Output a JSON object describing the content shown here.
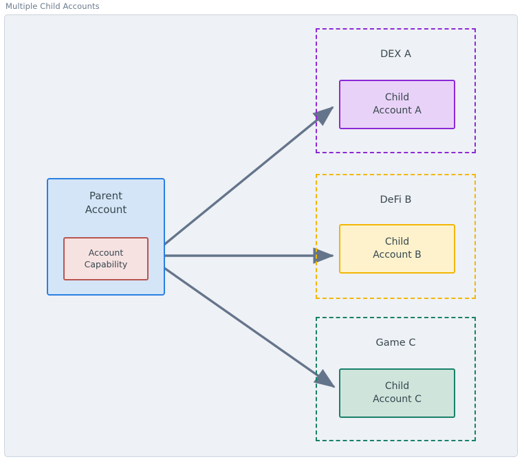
{
  "diagram": {
    "title": "Multiple Child Accounts",
    "background_color": "#eef1f5",
    "frame_border_color": "#ccd4dd",
    "title_color": "#6b7b8d",
    "arrow_color": "#64748b"
  },
  "parent": {
    "label_line1": "Parent",
    "label_line2": "Account",
    "fill_color": "#d4e5f7",
    "border_color": "#2a7fe0",
    "capability": {
      "label_line1": "Account",
      "label_line2": "Capability",
      "fill_color": "#f7e2e2",
      "border_color": "#b85450"
    }
  },
  "groups": [
    {
      "name": "DEX A",
      "border_color": "#8c29d6",
      "child": {
        "label_line1": "Child",
        "label_line2": "Account A",
        "fill_color": "#e9d2f7",
        "border_color": "#8c29d6"
      }
    },
    {
      "name": "DeFi B",
      "border_color": "#f2b705",
      "child": {
        "label_line1": "Child",
        "label_line2": "Account B",
        "fill_color": "#fdf2cc",
        "border_color": "#f2b705"
      }
    },
    {
      "name": "Game C",
      "border_color": "#17806a",
      "child": {
        "label_line1": "Child",
        "label_line2": "Account C",
        "fill_color": "#cfe4da",
        "border_color": "#17806a"
      }
    }
  ],
  "connections": [
    {
      "from": "Account Capability",
      "to": "Child Account A"
    },
    {
      "from": "Account Capability",
      "to": "Child Account B"
    },
    {
      "from": "Account Capability",
      "to": "Child Account C"
    }
  ]
}
